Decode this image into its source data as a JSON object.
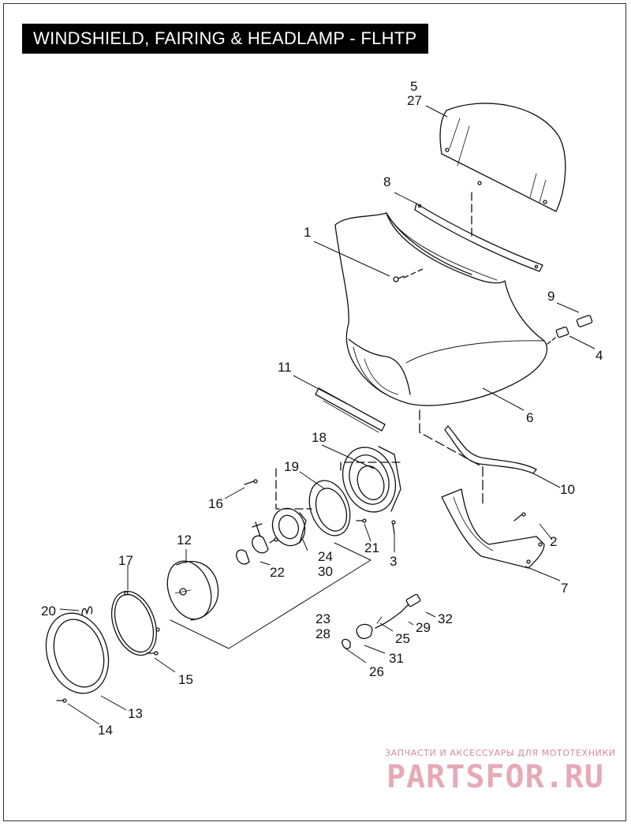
{
  "title": "WINDSHIELD, FAIRING & HEADLAMP - FLHTP",
  "callouts": [
    {
      "id": "n5",
      "text": "5"
    },
    {
      "id": "n27",
      "text": "27"
    },
    {
      "id": "n8",
      "text": "8"
    },
    {
      "id": "n1",
      "text": "1"
    },
    {
      "id": "n9",
      "text": "9"
    },
    {
      "id": "n4",
      "text": "4"
    },
    {
      "id": "n11",
      "text": "11"
    },
    {
      "id": "n6",
      "text": "6"
    },
    {
      "id": "n18",
      "text": "18"
    },
    {
      "id": "n19",
      "text": "19"
    },
    {
      "id": "n16",
      "text": "16"
    },
    {
      "id": "n10",
      "text": "10"
    },
    {
      "id": "n12",
      "text": "12"
    },
    {
      "id": "n21",
      "text": "21"
    },
    {
      "id": "n2",
      "text": "2"
    },
    {
      "id": "n17",
      "text": "17"
    },
    {
      "id": "n24",
      "text": "24"
    },
    {
      "id": "n30",
      "text": "30"
    },
    {
      "id": "n22",
      "text": "22"
    },
    {
      "id": "n3",
      "text": "3"
    },
    {
      "id": "n7",
      "text": "7"
    },
    {
      "id": "n20",
      "text": "20"
    },
    {
      "id": "n23",
      "text": "23"
    },
    {
      "id": "n28",
      "text": "28"
    },
    {
      "id": "n32",
      "text": "32"
    },
    {
      "id": "n29",
      "text": "29"
    },
    {
      "id": "n25",
      "text": "25"
    },
    {
      "id": "n31",
      "text": "31"
    },
    {
      "id": "n15",
      "text": "15"
    },
    {
      "id": "n26",
      "text": "26"
    },
    {
      "id": "n13",
      "text": "13"
    },
    {
      "id": "n14",
      "text": "14"
    }
  ],
  "watermark": {
    "tagline": "ЗАПЧАСТИ И АКСЕССУАРЫ ДЛЯ МОТОТЕХНИКИ",
    "logo": "PARTSFOR.RU"
  }
}
